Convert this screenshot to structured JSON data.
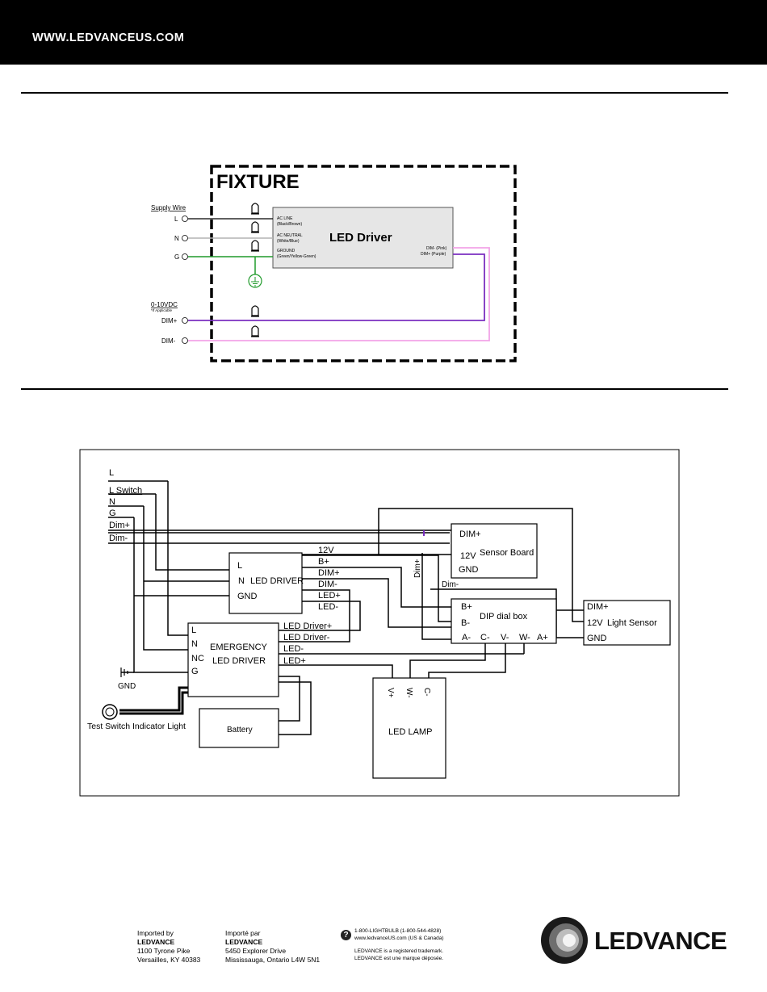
{
  "header": {
    "url": "WWW.LEDVANCEUS.COM"
  },
  "fixture_diagram": {
    "fixture_label": "FIXTURE",
    "driver_label": "LED Driver",
    "supply_wire": "Supply Wire",
    "terminals": [
      "L",
      "N",
      "G"
    ],
    "ac_line": "AC LINE",
    "ac_line_color": "(Black/Brown)",
    "ac_neutral": "AC NEUTRAL",
    "ac_neutral_color": "(White/Blue)",
    "ground": "GROUND",
    "ground_color": "(Green/Yellow-Green)",
    "dim_minus_pink": "DIM- (Pink)",
    "dim_plus_purple": "DIM+ (Purple)",
    "dim_section": "0-10VDC",
    "if_applicable": "*If Applicable",
    "dim_plus": "DIM+",
    "dim_minus": "DIM-"
  },
  "emergency_diagram": {
    "inputs": [
      "L",
      "L  Switch",
      "N",
      "G",
      "Dim+",
      "Dim-"
    ],
    "led_driver": {
      "title": "LED DRIVER",
      "l": "L",
      "n": "N",
      "gnd": "GND",
      "v12": "12V",
      "b_plus": "B+",
      "dim_plus": "DIM+",
      "dim_minus": "DIM-",
      "led_plus": "LED+",
      "led_minus": "LED-"
    },
    "emergency": {
      "title1": "EMERGENCY",
      "title2": "LED DRIVER",
      "l": "L",
      "n": "N",
      "nc": "NC",
      "g": "G",
      "driver_plus": "LED Driver+",
      "driver_minus": "LED Driver-",
      "led_minus": "LED-",
      "led_plus": "LED+"
    },
    "sensor_board": {
      "title": "Sensor Board",
      "dim_plus": "DIM+",
      "v12": "12V",
      "gnd": "GND"
    },
    "dip_box": {
      "title": "DIP dial box",
      "b_plus": "B+",
      "b_minus": "B-",
      "a_minus": "A-",
      "c_minus": "C-",
      "v_minus": "V-",
      "w_minus": "W-",
      "a_plus": "A+"
    },
    "light_sensor": {
      "dim_plus": "DIM+",
      "v12": "12V",
      "title": "Light  Sensor",
      "gnd": "GND"
    },
    "lamp": {
      "title": "LED LAMP",
      "v_plus": "V+",
      "w_minus": "W-",
      "c_minus": "C-"
    },
    "dim_plus_wire": "Dim+",
    "dim_minus_wire": "Dim-",
    "battery": "Battery",
    "gnd": "GND",
    "test_switch": "Test Switch Indicator Light"
  },
  "footer": {
    "imported_by": "Imported by",
    "company": "LEDVANCE",
    "address1": "1100 Tyrone Pike",
    "address2": "Versailles, KY 40383",
    "importe_par": "Importé par",
    "company_ca": "LEDVANCE",
    "address1_ca": "5450 Explorer Drive",
    "address2_ca": "Mississauga, Ontario L4W 5N1",
    "phone": "1-800-LIGHTBULB (1-800-544-4828)",
    "website": "www.ledvanceUS.com (US & Canada)",
    "trademark": "LEDVANCE is a registered trademark.",
    "trademark_fr": "LEDVANCE est une marque déposée.",
    "brand": "LEDVANCE"
  },
  "colors": {
    "pink": "#f2a4e8",
    "purple": "#7b2fc0",
    "green": "#1f9a2a",
    "gray": "#b3b3b3"
  }
}
